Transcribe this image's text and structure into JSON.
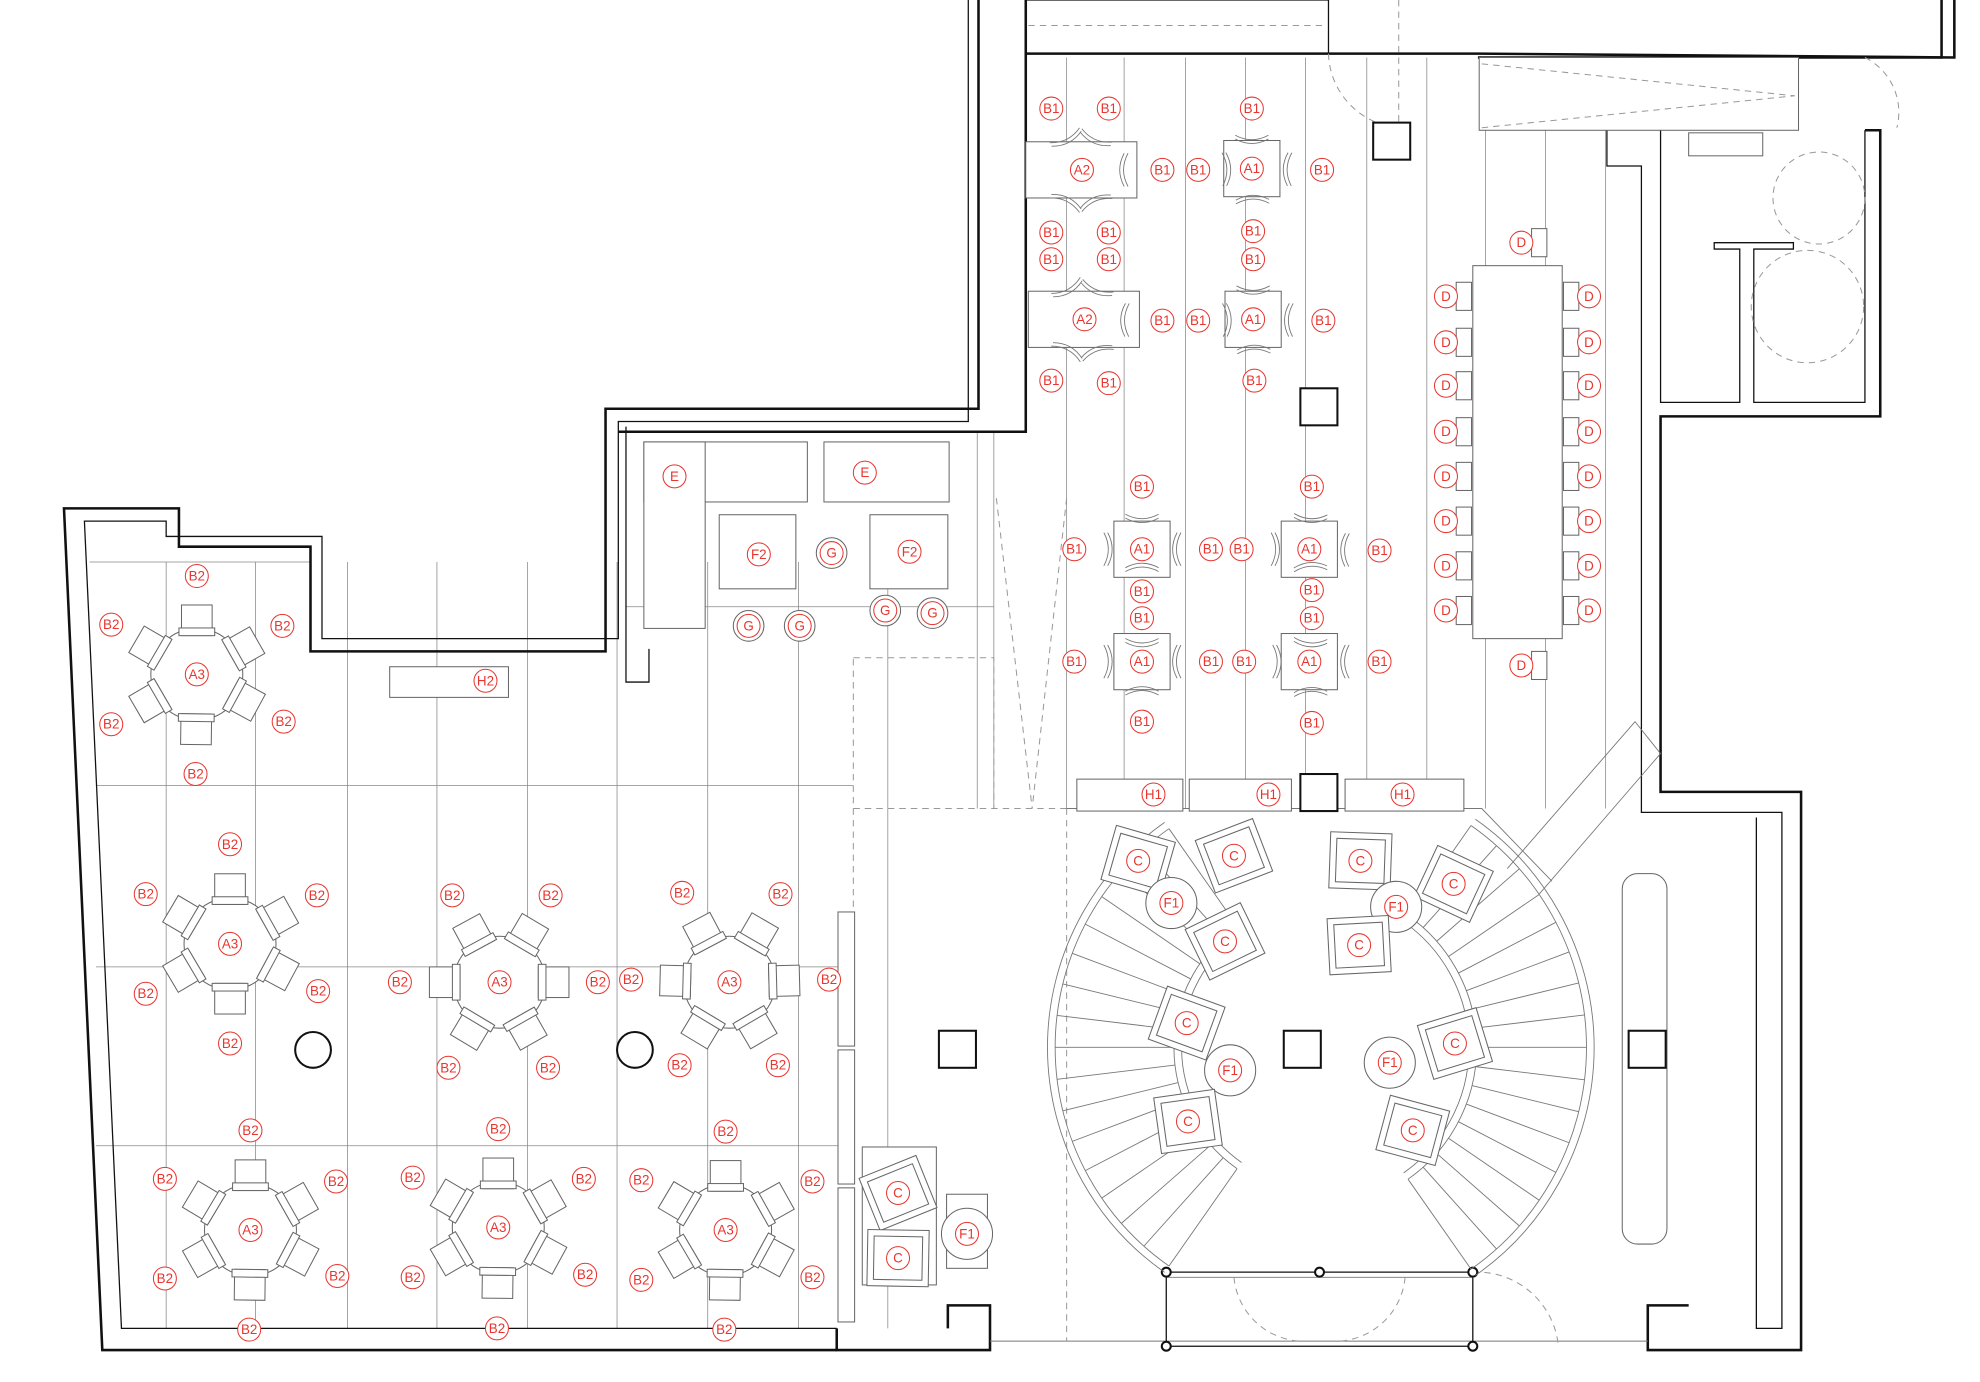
{
  "colors": {
    "tag": "#e8352f",
    "wall": "#111111",
    "line": "#777777"
  },
  "tags": [
    "B1",
    "B1",
    "B1",
    "A2",
    "B1",
    "B1",
    "A1",
    "B1",
    "B1",
    "B1",
    "B1",
    "B1",
    "B1",
    "B1",
    "A2",
    "B1",
    "B1",
    "A1",
    "B1",
    "B1",
    "B1",
    "B1",
    "B1",
    "B1",
    "B1",
    "A1",
    "B1",
    "B1",
    "A1",
    "B1",
    "B1",
    "B1",
    "B1",
    "B1",
    "B1",
    "A1",
    "B1",
    "B1",
    "A1",
    "B1",
    "B1",
    "B1",
    "D",
    "D",
    "D",
    "D",
    "D",
    "D",
    "D",
    "D",
    "D",
    "D",
    "D",
    "D",
    "D",
    "D",
    "D",
    "D",
    "D",
    "D",
    "E",
    "E",
    "F2",
    "G",
    "F2",
    "G",
    "G",
    "G",
    "G",
    "H2",
    "H1",
    "H1",
    "H1",
    "A3",
    "B2",
    "B2",
    "B2",
    "B2",
    "B2",
    "B2",
    "A3",
    "B2",
    "B2",
    "B2",
    "B2",
    "B2",
    "B2",
    "A3",
    "B2",
    "B2",
    "B2",
    "B2",
    "B2",
    "B2",
    "A3",
    "B2",
    "B2",
    "B2",
    "B2",
    "B2",
    "B2",
    "A3",
    "B2",
    "B2",
    "B2",
    "B2",
    "B2",
    "B2",
    "A3",
    "B2",
    "B2",
    "B2",
    "B2",
    "B2",
    "B2",
    "A3",
    "B2",
    "B2",
    "B2",
    "B2",
    "B2",
    "B2",
    "C",
    "C",
    "C",
    "C",
    "F1",
    "F1",
    "C",
    "C",
    "C",
    "C",
    "F1",
    "F1",
    "C",
    "C",
    "C",
    "C",
    "F1"
  ]
}
